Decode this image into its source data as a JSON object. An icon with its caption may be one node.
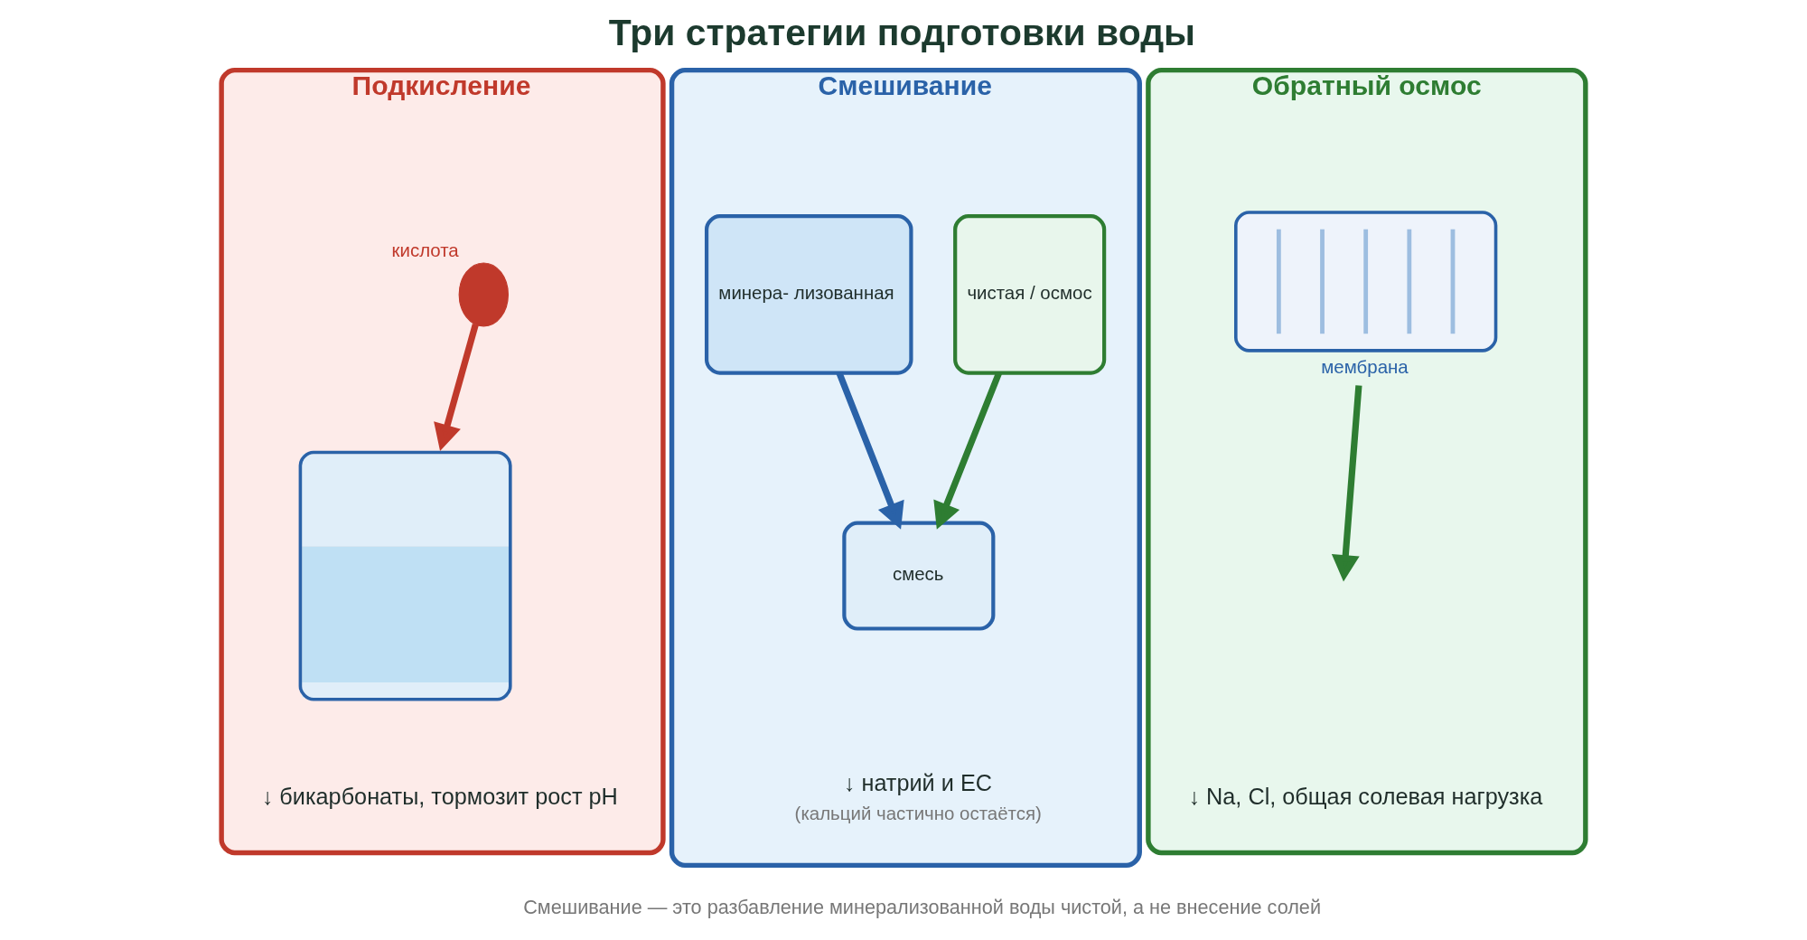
{
  "diagram": {
    "title": "Три стратегии подготовки воды",
    "caption": "Смешивание — это разбавление минерализованной воды чистой, а не внесение солей",
    "nodes": [
      {
        "text": [
          "Подкисление",
          "↓ бикарбонаты, тормозит рост pH"
        ]
      },
      {
        "text": [],
        "shape": "drop",
        "in": 0,
        "beside": [
          "кислота"
        ]
      },
      {
        "text": [],
        "shape": "beaker",
        "in": 0
      },
      {
        "text": [
          "Смешивание",
          "↓ натрий и EC",
          "(кальций частично остаётся)"
        ]
      },
      {
        "text": [
          "минера- лизованная"
        ],
        "in": 3
      },
      {
        "text": [
          "чистая / осмос"
        ],
        "in": 3
      },
      {
        "text": [
          "смесь"
        ],
        "in": 3
      },
      {
        "text": [
          "Обратный осмос",
          "↓ Na, Cl, общая солевая нагрузка"
        ]
      },
      {
        "text": [],
        "shape": "filter",
        "in": 7,
        "beside": [
          "мембрана"
        ]
      }
    ],
    "edges": [
      {
        "from": 1,
        "to": 2,
        "arrow": "to",
        "color": "#c0392b"
      },
      {
        "from": 4,
        "to": 6,
        "arrow": "to",
        "color": "#2a62a8"
      },
      {
        "from": 5,
        "to": 6,
        "arrow": "to",
        "color": "#2e7d32"
      },
      {
        "from": 8,
        "to": null,
        "arrow": "to",
        "color": "#2e7d32"
      }
    ]
  }
}
